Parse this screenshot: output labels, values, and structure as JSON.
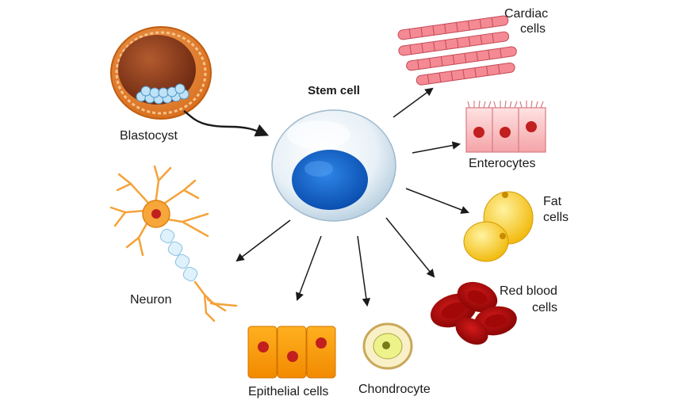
{
  "diagram": {
    "center": {
      "title": "Stem cell"
    },
    "source": {
      "label": "Blastocyst"
    },
    "targets": {
      "cardiac": {
        "line1": "Cardiac",
        "line2": "cells"
      },
      "enterocytes": {
        "label": "Enterocytes"
      },
      "fat": {
        "line1": "Fat",
        "line2": "cells"
      },
      "rbc": {
        "line1": "Red blood",
        "line2": "cells"
      },
      "chondrocyte": {
        "label": "Chondrocyte"
      },
      "epithelial": {
        "label": "Epithelial cells"
      },
      "neuron": {
        "label": "Neuron"
      }
    }
  }
}
